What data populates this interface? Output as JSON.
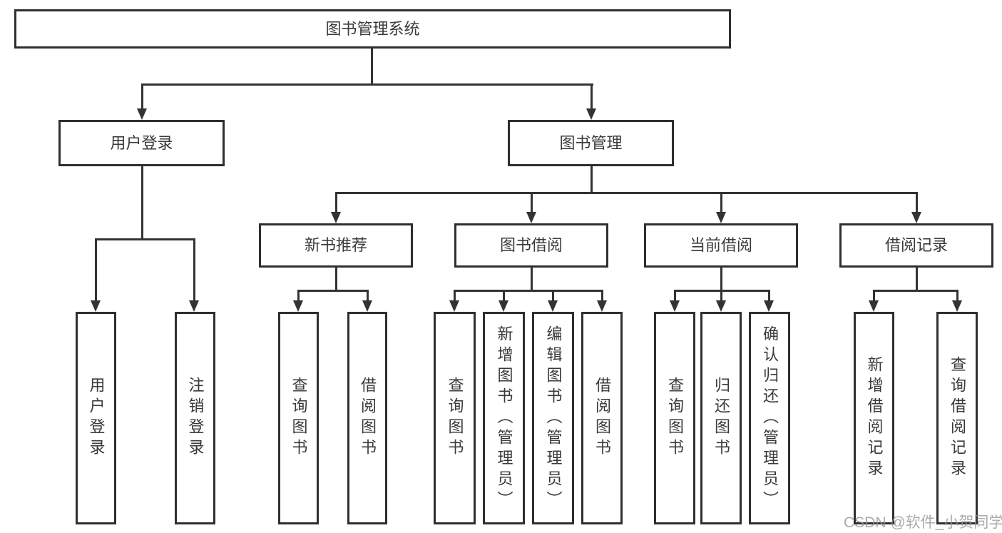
{
  "title": "图书管理系统",
  "tree": {
    "label": "图书管理系统",
    "children": [
      {
        "label": "用户登录",
        "children": [
          {
            "label": "用户登录"
          },
          {
            "label": "注销登录"
          }
        ]
      },
      {
        "label": "图书管理",
        "children": [
          {
            "label": "新书推荐",
            "children": [
              {
                "label": "查询图书"
              },
              {
                "label": "借阅图书"
              }
            ]
          },
          {
            "label": "图书借阅",
            "children": [
              {
                "label": "查询图书"
              },
              {
                "label": "新增图书（管理员）"
              },
              {
                "label": "编辑图书（管理员）"
              },
              {
                "label": "借阅图书"
              }
            ]
          },
          {
            "label": "当前借阅",
            "children": [
              {
                "label": "查询图书"
              },
              {
                "label": "归还图书"
              },
              {
                "label": "确认归还（管理员）"
              }
            ]
          },
          {
            "label": "借阅记录",
            "children": [
              {
                "label": "新增借阅记录"
              },
              {
                "label": "查询借阅记录"
              }
            ]
          }
        ]
      }
    ]
  },
  "watermark": {
    "text": "CSDN @软件_小贺同学"
  },
  "colors": {
    "line": "#333333",
    "box_border": "#2f2f2f",
    "text": "#3a3a3a",
    "background": "#ffffff",
    "watermark": "#969696"
  }
}
